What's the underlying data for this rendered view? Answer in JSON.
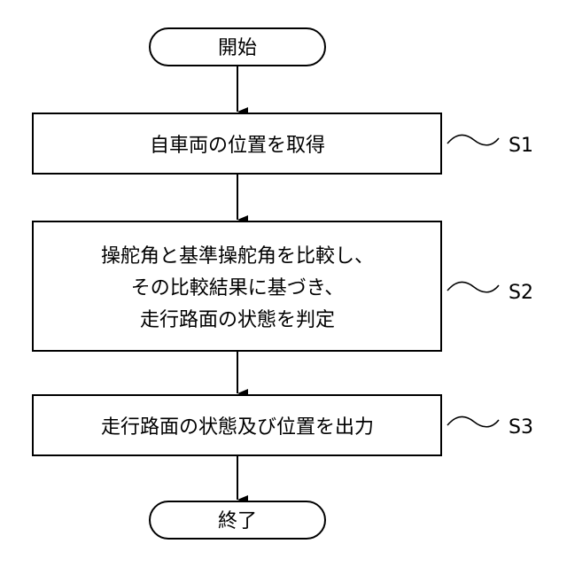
{
  "flowchart": {
    "start": "開始",
    "end": "終了",
    "steps": [
      {
        "label": "S1",
        "lines": [
          "自車両の位置を取得"
        ]
      },
      {
        "label": "S2",
        "lines": [
          "操舵角と基準操舵角を比較し、",
          "その比較結果に基づき、",
          "走行路面の状態を判定"
        ]
      },
      {
        "label": "S3",
        "lines": [
          "走行路面の状態及び位置を出力"
        ]
      }
    ]
  }
}
